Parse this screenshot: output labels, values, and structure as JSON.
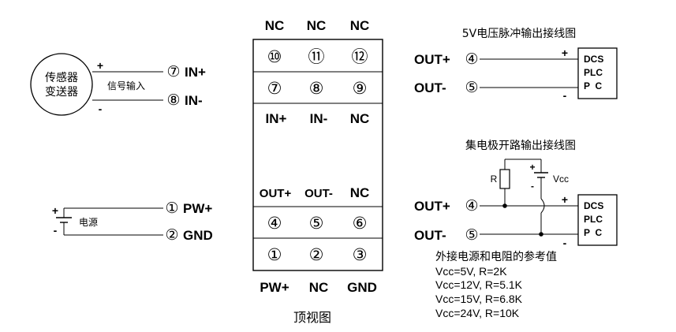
{
  "sensor": {
    "line1": "传感器",
    "line2": "变送器",
    "signal_label": "信号输入",
    "plus": "+",
    "minus": "-"
  },
  "power": {
    "label": "电源",
    "plus": "+",
    "minus": "-"
  },
  "left_pins": {
    "in_plus_num": "⑦",
    "in_plus": "IN+",
    "in_minus_num": "⑧",
    "in_minus": "IN-",
    "pw_plus_num": "①",
    "pw_plus": "PW+",
    "gnd_num": "②",
    "gnd": "GND"
  },
  "module": {
    "top_labels": [
      "NC",
      "NC",
      "NC"
    ],
    "row1": [
      "⑩",
      "⑪",
      "⑫"
    ],
    "row2": [
      "⑦",
      "⑧",
      "⑨"
    ],
    "row2_labels": [
      "IN+",
      "IN-",
      "NC"
    ],
    "row3_labels": [
      "OUT+",
      "OUT-",
      "NC"
    ],
    "row3": [
      "④",
      "⑤",
      "⑥"
    ],
    "row4": [
      "①",
      "②",
      "③"
    ],
    "bottom_labels": [
      "PW+",
      "NC",
      "GND"
    ],
    "caption": "顶视图"
  },
  "pulse": {
    "title": "5V电压脉冲输出接线图",
    "out_plus": "OUT+",
    "out_plus_num": "④",
    "out_minus": "OUT-",
    "out_minus_num": "⑤",
    "plus": "+",
    "minus": "-",
    "dcs": [
      "DCS",
      "PLC",
      "P  C"
    ]
  },
  "open_collector": {
    "title": "集电极开路输出接线图",
    "r_label": "R",
    "vcc_label": "Vcc",
    "plus_small": "+",
    "minus_small": "-",
    "out_plus": "OUT+",
    "out_plus_num": "④",
    "out_minus": "OUT-",
    "out_minus_num": "⑤",
    "plus": "+",
    "minus": "-",
    "dcs": [
      "DCS",
      "PLC",
      "P  C"
    ],
    "note_title": "外接电源和电阻的参考值",
    "values": [
      "Vcc=5V, R=2K",
      "Vcc=12V, R=5.1K",
      "Vcc=15V, R=6.8K",
      "Vcc=24V, R=10K"
    ]
  }
}
